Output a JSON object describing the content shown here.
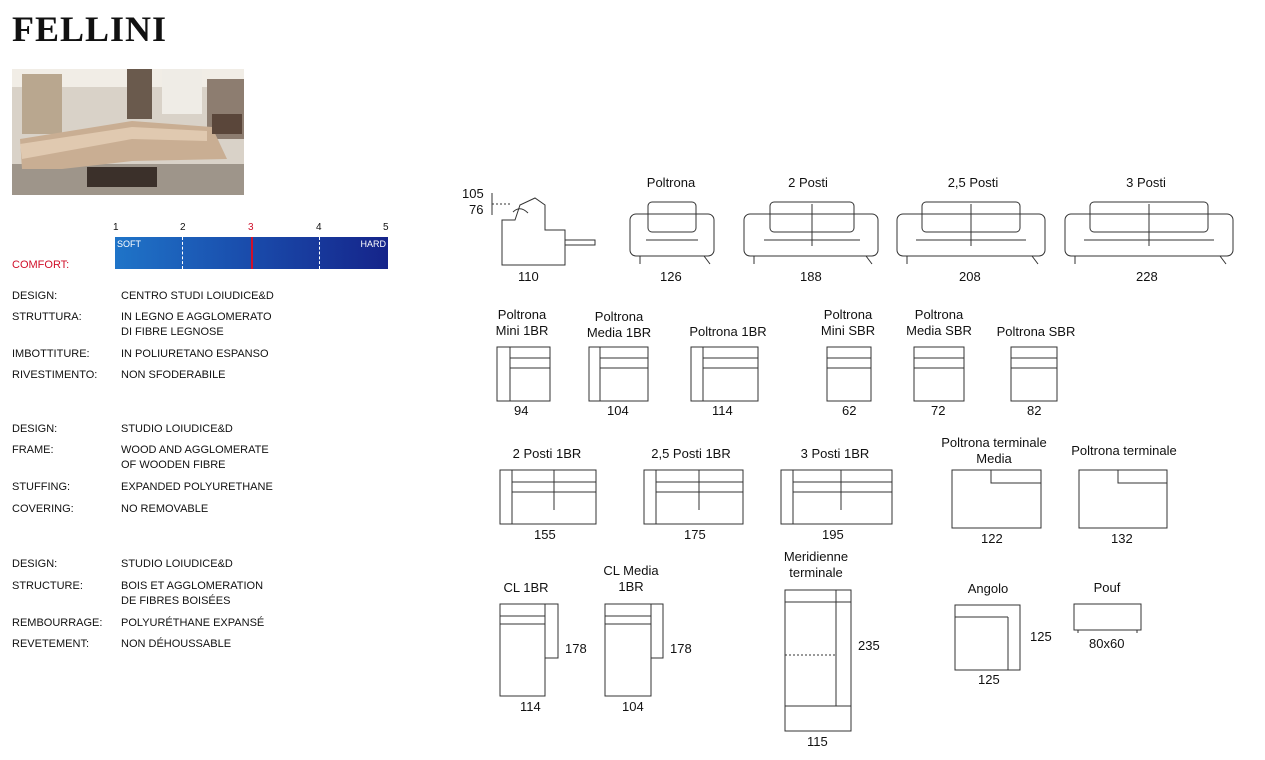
{
  "title": "FELLINI",
  "comfort": {
    "label": "COMFORT:",
    "scale": [
      "1",
      "2",
      "3",
      "4",
      "5"
    ],
    "soft": "SOFT",
    "hard": "HARD",
    "value": 3,
    "marker_color": "#d0102a"
  },
  "specs": [
    {
      "label": "DESIGN:",
      "value": "CENTRO STUDI LOIUDICE&D"
    },
    {
      "label": "STRUTTURA:",
      "value": "IN LEGNO E AGGLOMERATO\nDI FIBRE LEGNOSE"
    },
    {
      "label": "IMBOTTITURE:",
      "value": "IN POLIURETANO ESPANSO"
    },
    {
      "label": "RIVESTIMENTO:",
      "value": "NON SFODERABILE"
    },
    {
      "label": "DESIGN:",
      "value": "STUDIO LOIUDICE&D"
    },
    {
      "label": "FRAME:",
      "value": "WOOD AND AGGLOMERATE\nOF WOODEN FIBRE"
    },
    {
      "label": "STUFFING:",
      "value": "EXPANDED POLYURETHANE"
    },
    {
      "label": "COVERING:",
      "value": "NO REMOVABLE"
    },
    {
      "label": "DESIGN:",
      "value": "STUDIO LOIUDICE&D"
    },
    {
      "label": "STRUCTURE:",
      "value": "BOIS ET AGGLOMERATION\nDE FIBRES BOISÉES"
    },
    {
      "label": "REMBOURRAGE:",
      "value": "POLYURÉTHANE EXPANSÉ"
    },
    {
      "label": "REVETEMENT:",
      "value": "NON DÉHOUSSABLE"
    }
  ],
  "side_view": {
    "height_high": "105",
    "height_low": "76",
    "depth": "110"
  },
  "sofas": [
    {
      "name": "Poltrona",
      "width": "126"
    },
    {
      "name": "2 Posti",
      "width": "188"
    },
    {
      "name": "2,5 Posti",
      "width": "208"
    },
    {
      "name": "3 Posti",
      "width": "228"
    }
  ],
  "modules_row1": [
    {
      "name": "Poltrona\nMini 1BR",
      "width": "94"
    },
    {
      "name": "Poltrona\nMedia 1BR",
      "width": "104"
    },
    {
      "name": "Poltrona 1BR",
      "width": "114"
    },
    {
      "name": "Poltrona\nMini SBR",
      "width": "62"
    },
    {
      "name": "Poltrona\nMedia SBR",
      "width": "72"
    },
    {
      "name": "Poltrona SBR",
      "width": "82"
    }
  ],
  "modules_row2": [
    {
      "name": "2 Posti 1BR",
      "width": "155"
    },
    {
      "name": "2,5 Posti 1BR",
      "width": "175"
    },
    {
      "name": "3 Posti 1BR",
      "width": "195"
    },
    {
      "name": "Poltrona terminale\nMedia",
      "width": "122"
    },
    {
      "name": "Poltrona terminale",
      "width": "132"
    }
  ],
  "modules_row3": [
    {
      "name": "CL 1BR",
      "width": "114",
      "depth": "178"
    },
    {
      "name": "CL Media\n1BR",
      "width": "104",
      "depth": "178"
    },
    {
      "name": "Meridienne\nterminale",
      "width": "115",
      "depth": "235"
    },
    {
      "name": "Angolo",
      "width": "125",
      "depth": "125"
    },
    {
      "name": "Pouf",
      "size": "80x60"
    }
  ]
}
